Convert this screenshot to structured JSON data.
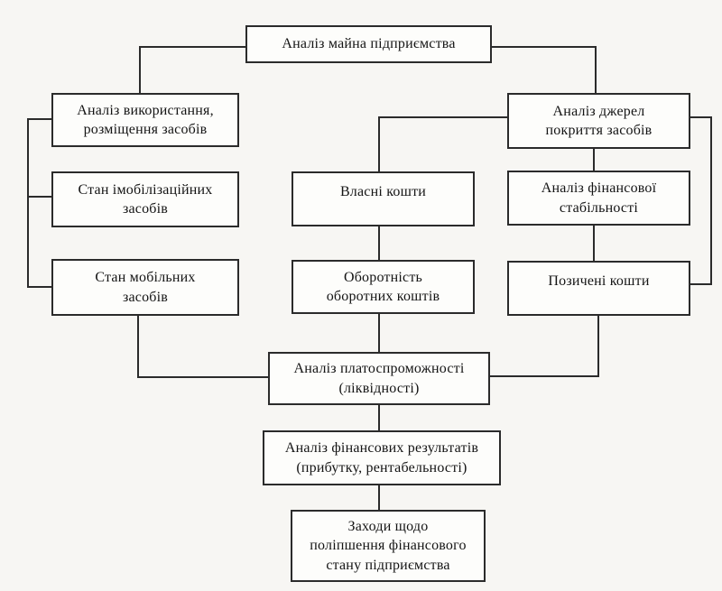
{
  "diagram": {
    "title": "Аналіз майна підприємства",
    "language": "uk",
    "type": "flowchart",
    "colors": {
      "background": "#f7f6f3",
      "box_fill": "#fdfdfb",
      "box_border": "#2b2b2b",
      "line": "#2b2b2b",
      "text": "#141414"
    },
    "nodes": {
      "root": {
        "label": [
          "Аналіз майна підприємства"
        ]
      },
      "usage": {
        "label": [
          "Аналіз використання,",
          "розміщення засобів"
        ]
      },
      "immobilized": {
        "label": [
          "Стан імобілізаційних",
          "засобів"
        ]
      },
      "mobile": {
        "label": [
          "Стан мобільних",
          "засобів"
        ]
      },
      "own_funds": {
        "label": [
          "Власні кошти"
        ]
      },
      "turnover": {
        "label": [
          "Оборотність",
          "оборотних коштів"
        ]
      },
      "sources": {
        "label": [
          "Аналіз джерел",
          "покриття засобів"
        ]
      },
      "stability": {
        "label": [
          "Аналіз фінансової",
          "стабільності"
        ]
      },
      "borrowed": {
        "label": [
          "Позичені кошти"
        ]
      },
      "solvency": {
        "label": [
          "Аналіз платоспроможності",
          "(ліквідності)"
        ]
      },
      "results": {
        "label": [
          "Аналіз фінансових результатів",
          "(прибутку, рентабельності)"
        ]
      },
      "measures": {
        "label": [
          "Заходи щодо",
          "поліпшення фінансового",
          "стану підприємства"
        ]
      }
    },
    "edges": [
      "root -> usage",
      "root -> sources",
      "usage -> immobilized (left bracket)",
      "usage -> mobile (left bracket)",
      "sources -> own_funds",
      "sources -> stability",
      "sources -> borrowed (right bracket)",
      "own_funds -> turnover",
      "stability -> borrowed",
      "mobile -> solvency",
      "turnover -> solvency",
      "borrowed -> solvency",
      "solvency -> results",
      "results -> measures"
    ]
  }
}
